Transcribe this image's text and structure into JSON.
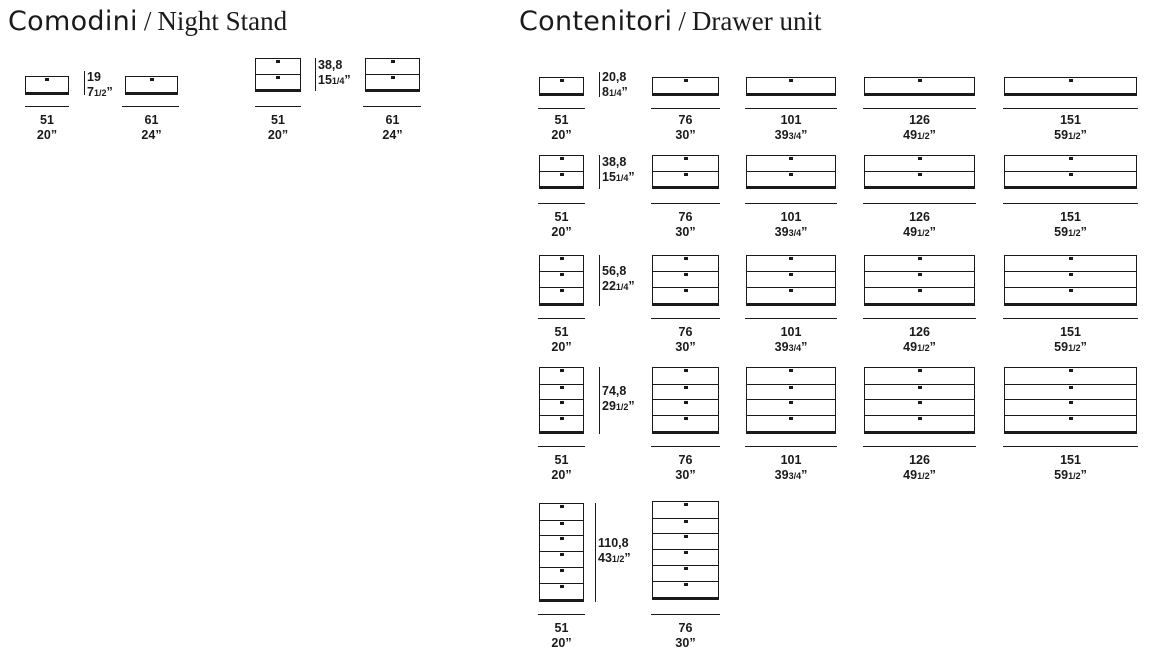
{
  "sections": {
    "night_stand": {
      "title_it": "Comodini",
      "separator": "/",
      "title_en": "Night Stand"
    },
    "drawer_unit": {
      "title_it": "Contenitori",
      "separator": "/",
      "title_en": "Drawer unit"
    }
  },
  "widths": {
    "w51": {
      "cm": "51",
      "in": "20”"
    },
    "w61": {
      "cm": "61",
      "in": "24”"
    },
    "w76": {
      "cm": "76",
      "in": "30”"
    },
    "w101": {
      "cm": "101",
      "in": "39",
      "in_frac": "3/4",
      "in_mark": "”"
    },
    "w126": {
      "cm": "126",
      "in": "49",
      "in_frac": "1/2",
      "in_mark": "”"
    },
    "w151": {
      "cm": "151",
      "in": "59",
      "in_frac": "1/2",
      "in_mark": "”"
    }
  },
  "heights": {
    "h19": {
      "cm": "19",
      "in": "7",
      "in_frac": "1/2",
      "in_mark": "”"
    },
    "h388": {
      "cm": "38,8",
      "in": "15",
      "in_frac": "1/4",
      "in_mark": "”"
    },
    "h208": {
      "cm": "20,8",
      "in": "8",
      "in_frac": "1/4",
      "in_mark": "”"
    },
    "h568": {
      "cm": "56,8",
      "in": "22",
      "in_frac": "1/4",
      "in_mark": "”"
    },
    "h748": {
      "cm": "74,8",
      "in": "29",
      "in_frac": "1/2",
      "in_mark": "”"
    },
    "h1108": {
      "cm": "110,8",
      "in": "43",
      "in_frac": "1/2",
      "in_mark": "”"
    }
  }
}
